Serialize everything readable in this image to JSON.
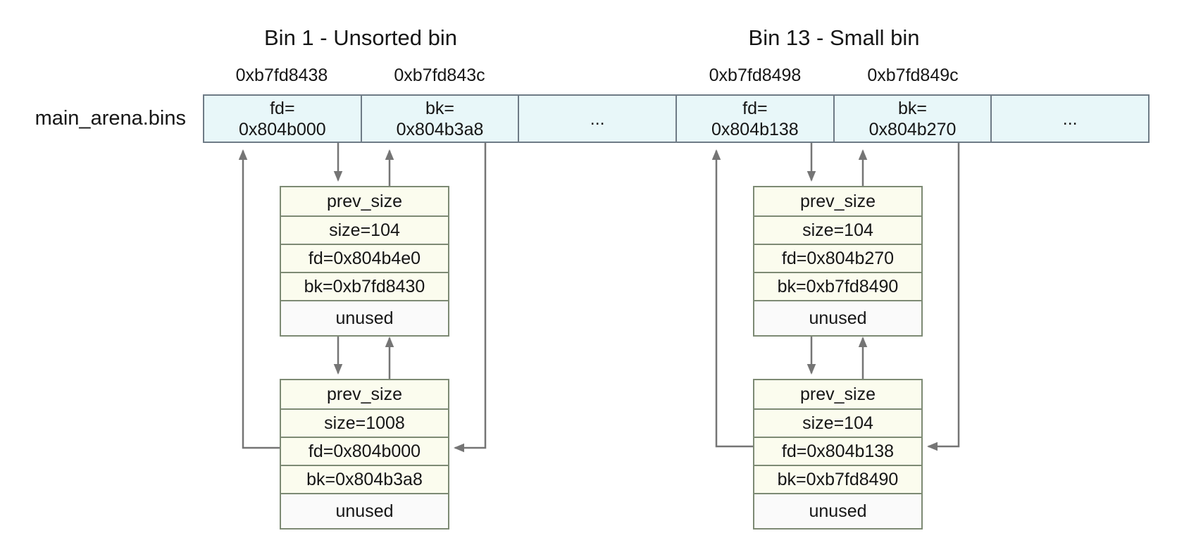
{
  "diagram": {
    "label": "main_arena.bins",
    "bins_row": {
      "cells": [
        {
          "address": "0xb7fd8438",
          "line1": "fd=",
          "line2": "0x804b000"
        },
        {
          "address": "0xb7fd843c",
          "line1": "bk=",
          "line2": "0x804b3a8"
        },
        {
          "address": "",
          "line1": "...",
          "line2": ""
        },
        {
          "address": "0xb7fd8498",
          "line1": "fd=",
          "line2": "0x804b138"
        },
        {
          "address": "0xb7fd849c",
          "line1": "bk=",
          "line2": "0x804b270"
        },
        {
          "address": "",
          "line1": "...",
          "line2": ""
        }
      ]
    },
    "bins": [
      {
        "title": "Bin 1 - Unsorted bin",
        "chunks": [
          {
            "rows": [
              "prev_size",
              "size=104",
              "fd=0x804b4e0",
              "bk=0xb7fd8430",
              "unused"
            ]
          },
          {
            "rows": [
              "prev_size",
              "size=1008",
              "fd=0x804b000",
              "bk=0x804b3a8",
              "unused"
            ]
          }
        ]
      },
      {
        "title": "Bin 13 - Small bin",
        "chunks": [
          {
            "rows": [
              "prev_size",
              "size=104",
              "fd=0x804b270",
              "bk=0xb7fd8490",
              "unused"
            ]
          },
          {
            "rows": [
              "prev_size",
              "size=104",
              "fd=0x804b138",
              "bk=0xb7fd8490",
              "unused"
            ]
          }
        ]
      }
    ],
    "colors": {
      "bin_cell_fill": "#e8f7f9",
      "bin_cell_border": "#6e7b86",
      "chunk_fill": "#fbfcee",
      "chunk_unused_fill": "#fafafa",
      "chunk_border": "#7d8a74",
      "arrow": "#757575",
      "text": "#161616"
    }
  }
}
